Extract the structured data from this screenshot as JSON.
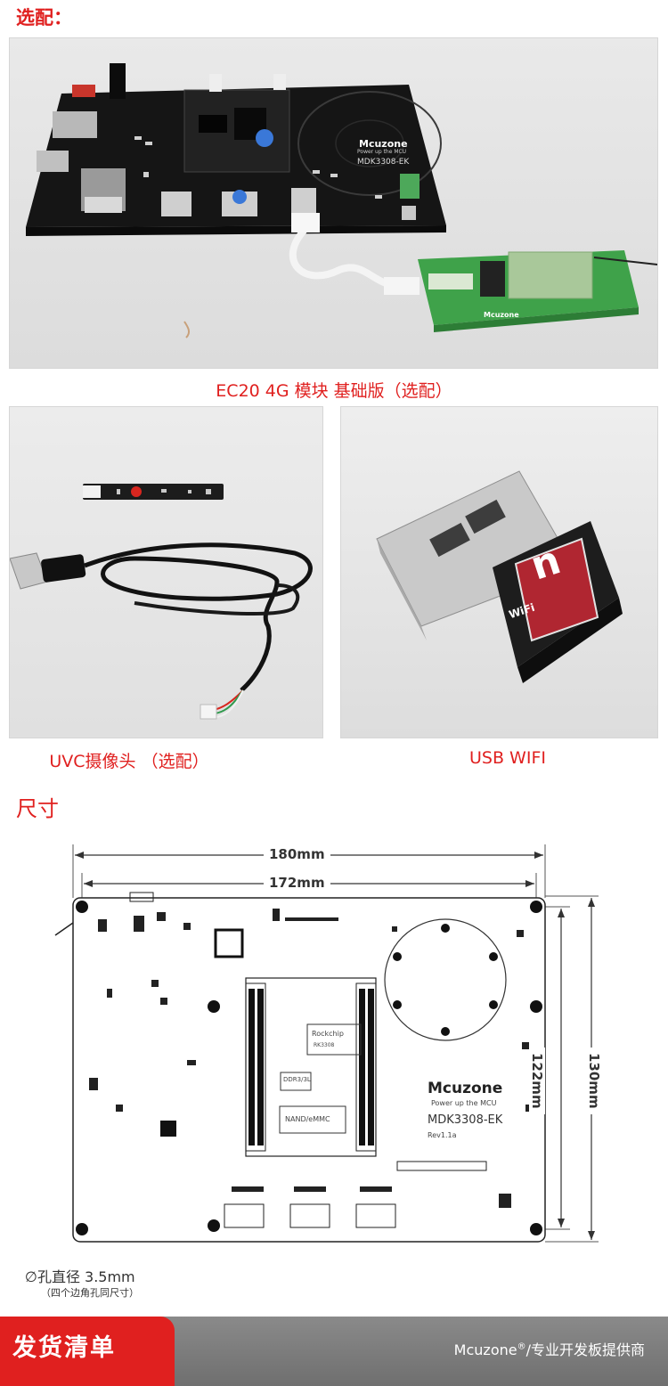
{
  "sections": {
    "options_title": "选配：",
    "size_title": "尺寸"
  },
  "photos": {
    "ec20": {
      "caption": "EC20 4G 模块  基础版（选配）",
      "board_brand": "Mcuzone",
      "board_slogan": "Power up the MCU",
      "board_model": "MDK3308-EK",
      "module_brand": "Mcuzone"
    },
    "uvc": {
      "caption": "UVC摄像头 （选配）"
    },
    "wifi": {
      "caption": "USB WIFI",
      "dongle_letter": "n",
      "dongle_label": "WiFi"
    }
  },
  "dimensions": {
    "outer_width": "180mm",
    "inner_width": "172mm",
    "outer_height": "130mm",
    "inner_height": "122mm",
    "hole_note": "∅孔直径 3.5mm",
    "hole_subnote": "（四个边角孔同尺寸）",
    "board_brand": "Mcuzone",
    "board_slogan": "Power up the MCU",
    "board_model": "MDK3308-EK",
    "board_rev": "Rev1.1a",
    "chip_label": "Rockchip",
    "chip_sub": "RK3308",
    "ddr_label": "DDR3/3L",
    "nand_label": "NAND/eMMC"
  },
  "footer": {
    "tab_label": "发货清单",
    "company": "Mcuzone",
    "registered": "®",
    "tagline": "/专业开发板提供商"
  },
  "colors": {
    "accent": "#e0201f",
    "footer_gray": "#7c7c7c"
  }
}
